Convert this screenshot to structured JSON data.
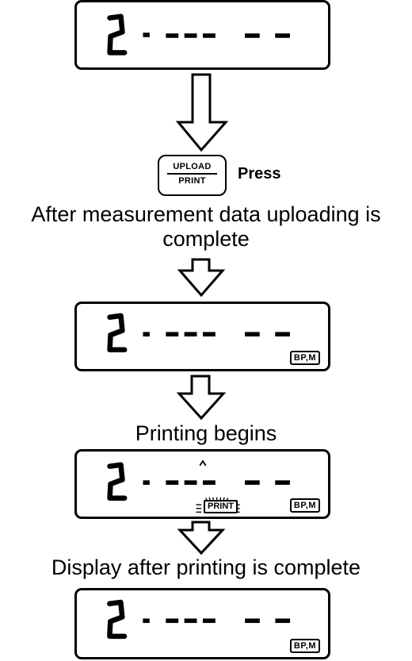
{
  "display_1": {
    "digit": "2",
    "dashes": "- ---- - -",
    "badge": ""
  },
  "key": {
    "top_label": "UPLOAD",
    "bottom_label": "PRINT"
  },
  "press_label": "Press",
  "caption_upload_complete": "After measurement data uploading is complete",
  "display_2": {
    "digit": "2",
    "badge": "BP,M"
  },
  "caption_printing_begins": "Printing begins",
  "display_3": {
    "digit": "2",
    "print_label": "PRINT",
    "badge": "BP,M"
  },
  "caption_after_printing": "Display after printing is complete",
  "display_4": {
    "digit": "2",
    "badge": "BP,M"
  }
}
